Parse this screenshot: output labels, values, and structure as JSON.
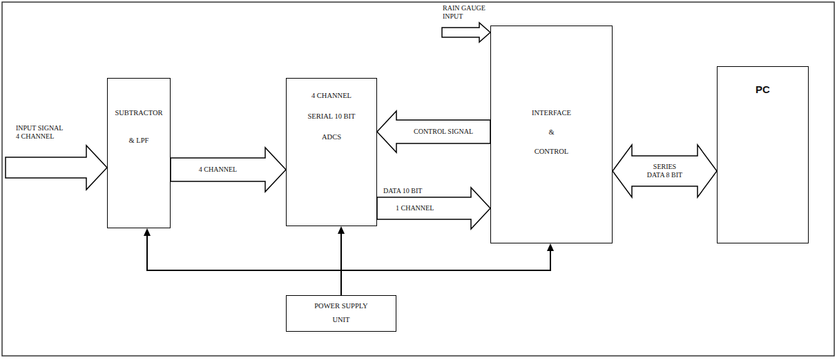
{
  "diagram": {
    "nodes": [
      {
        "text": [
          "SUBTRACTOR & LPF"
        ]
      },
      {
        "text": [
          "4 CHANNEL SERIAL 10 BIT ADCS"
        ]
      },
      {
        "text": [
          "INTERFACE & CONTROL"
        ]
      },
      {
        "text": [
          "PC"
        ]
      },
      {
        "text": [
          "POWER SUPPLY UNIT"
        ]
      }
    ],
    "edges": [
      {
        "from": 0,
        "to": 1,
        "arrow": "to",
        "label": "4 CHANNEL"
      },
      {
        "from": 2,
        "to": 1,
        "arrow": "to",
        "label": "CONTROL SIGNAL"
      },
      {
        "from": 1,
        "to": 2,
        "arrow": "to",
        "label": "DATA 10 BIT"
      },
      {
        "from": 2,
        "to": 3,
        "arrow": "both",
        "label": "SERIES DATA 8 BIT"
      },
      {
        "from": 4,
        "to": 0,
        "arrow": "to"
      },
      {
        "from": 4,
        "to": 1,
        "arrow": "to"
      },
      {
        "from": 4,
        "to": 2,
        "arrow": "to"
      }
    ],
    "labels": [
      "INPUT SIGNAL 4 CHANNEL",
      "RAIN GAUGE INPUT",
      "1 CHANNEL"
    ]
  }
}
